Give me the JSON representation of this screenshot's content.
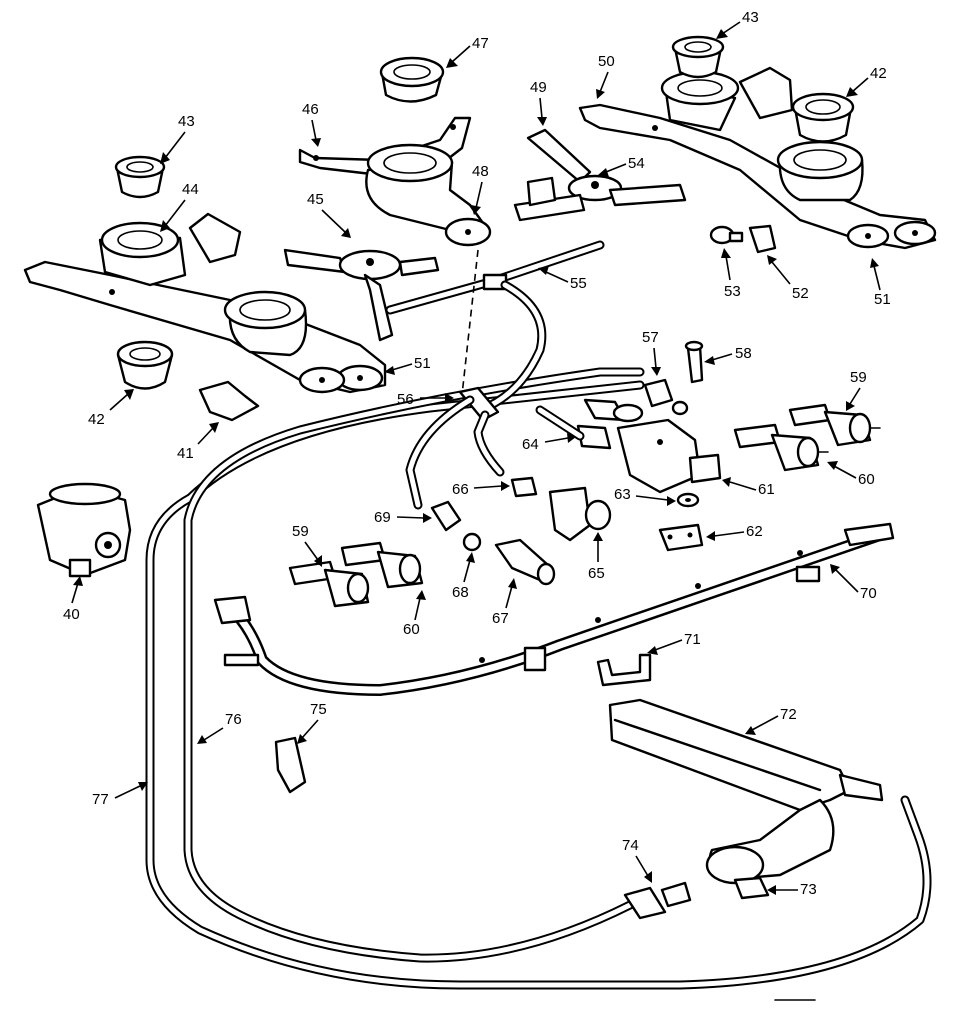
{
  "callouts": [
    {
      "id": "c43a",
      "label": "43"
    },
    {
      "id": "c44",
      "label": "44"
    },
    {
      "id": "c42a",
      "label": "42"
    },
    {
      "id": "c41",
      "label": "41"
    },
    {
      "id": "c40",
      "label": "40"
    },
    {
      "id": "c45",
      "label": "45"
    },
    {
      "id": "c46",
      "label": "46"
    },
    {
      "id": "c47",
      "label": "47"
    },
    {
      "id": "c48",
      "label": "48"
    },
    {
      "id": "c49",
      "label": "49"
    },
    {
      "id": "c50",
      "label": "50"
    },
    {
      "id": "c43b",
      "label": "43"
    },
    {
      "id": "c42b",
      "label": "42"
    },
    {
      "id": "c51a",
      "label": "51"
    },
    {
      "id": "c51b",
      "label": "51"
    },
    {
      "id": "c52",
      "label": "52"
    },
    {
      "id": "c53",
      "label": "53"
    },
    {
      "id": "c54",
      "label": "54"
    },
    {
      "id": "c55",
      "label": "55"
    },
    {
      "id": "c56",
      "label": "56"
    },
    {
      "id": "c57",
      "label": "57"
    },
    {
      "id": "c58",
      "label": "58"
    },
    {
      "id": "c59a",
      "label": "59"
    },
    {
      "id": "c59b",
      "label": "59"
    },
    {
      "id": "c60a",
      "label": "60"
    },
    {
      "id": "c60b",
      "label": "60"
    },
    {
      "id": "c61",
      "label": "61"
    },
    {
      "id": "c62",
      "label": "62"
    },
    {
      "id": "c63",
      "label": "63"
    },
    {
      "id": "c64",
      "label": "64"
    },
    {
      "id": "c65",
      "label": "65"
    },
    {
      "id": "c66",
      "label": "66"
    },
    {
      "id": "c67",
      "label": "67"
    },
    {
      "id": "c68",
      "label": "68"
    },
    {
      "id": "c69",
      "label": "69"
    },
    {
      "id": "c70",
      "label": "70"
    },
    {
      "id": "c71",
      "label": "71"
    },
    {
      "id": "c72",
      "label": "72"
    },
    {
      "id": "c73",
      "label": "73"
    },
    {
      "id": "c74",
      "label": "74"
    },
    {
      "id": "c75",
      "label": "75"
    },
    {
      "id": "c76",
      "label": "76"
    },
    {
      "id": "c77",
      "label": "77"
    }
  ]
}
